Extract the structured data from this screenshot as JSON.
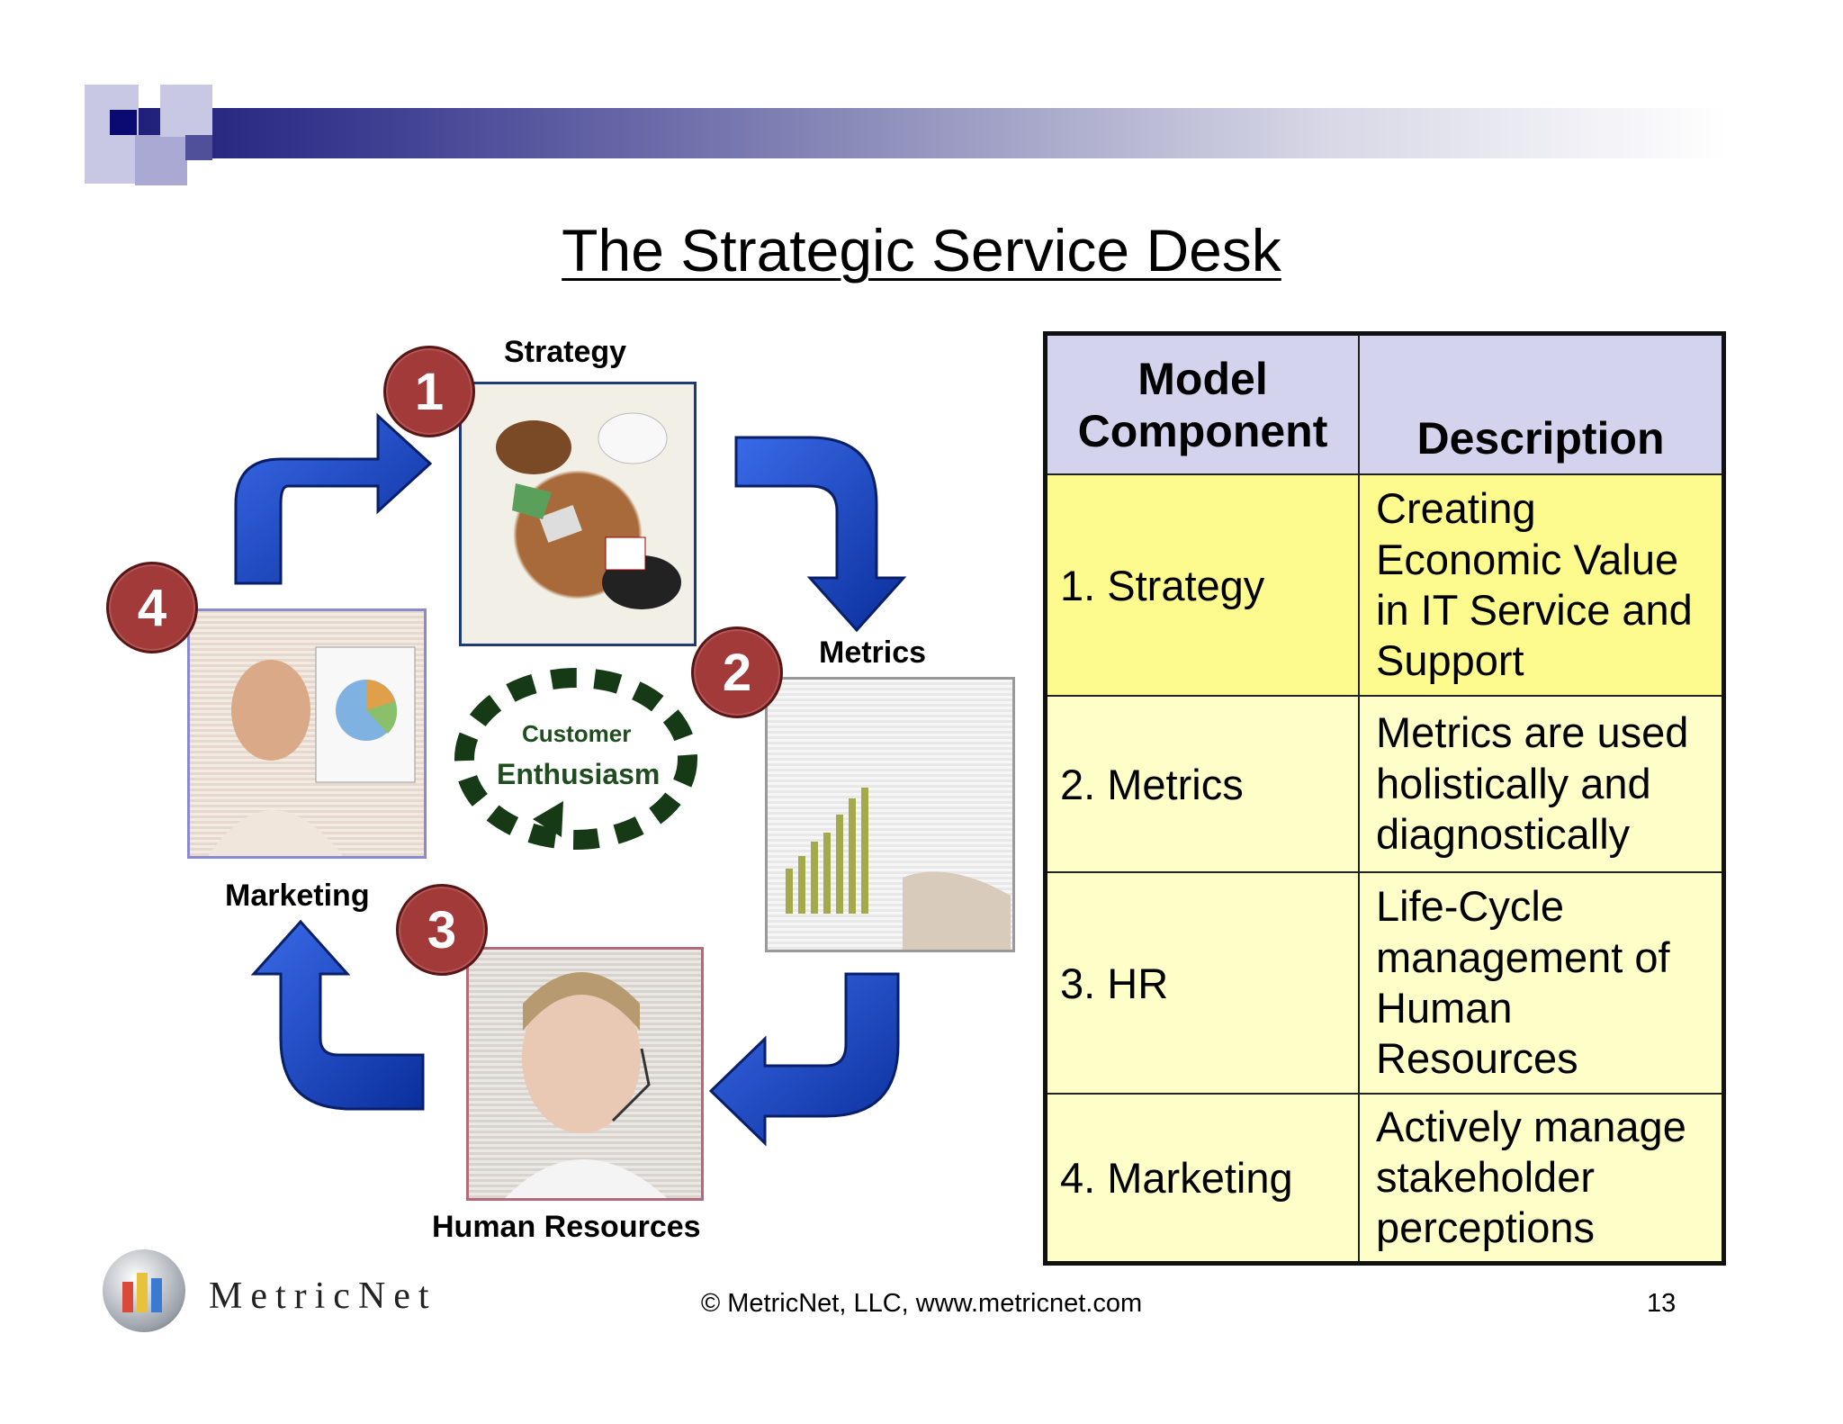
{
  "slide": {
    "title": "The Strategic Service Desk",
    "footer": "© MetricNet, LLC, www.metricnet.com",
    "page_number": "13",
    "logo_text": "MetricNet"
  },
  "diagram": {
    "center_line1": "Customer",
    "center_line2": "Enthusiasm",
    "items": [
      {
        "number": "1",
        "label": "Strategy"
      },
      {
        "number": "2",
        "label": "Metrics"
      },
      {
        "number": "3",
        "label": "Human Resources"
      },
      {
        "number": "4",
        "label": "Marketing"
      }
    ]
  },
  "table": {
    "headers": [
      "Model Component",
      "Description"
    ],
    "rows": [
      {
        "component": "1. Strategy",
        "description": "Creating Economic Value in IT Service and Support"
      },
      {
        "component": "2. Metrics",
        "description": "Metrics are used holistically and diagnostically"
      },
      {
        "component": "3. HR",
        "description": "Life-Cycle management of Human Resources"
      },
      {
        "component": "4. Marketing",
        "description": "Actively manage stakeholder perceptions"
      }
    ]
  },
  "colors": {
    "arrow_blue": "#0f3fb8",
    "badge_red": "#a23a3a",
    "header_fill": "#d3d3ee",
    "row_yellow": "#fefec9",
    "row_highlight": "#fdfb8e"
  }
}
